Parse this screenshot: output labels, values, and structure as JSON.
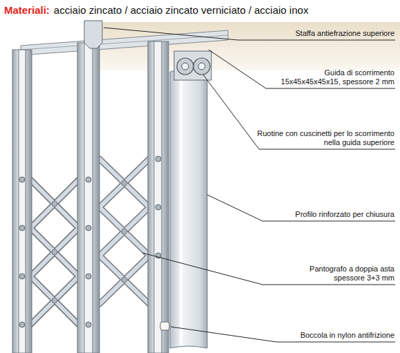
{
  "diagram": {
    "title": "Materiali:",
    "labels": [
      "acciaio zincato / acciaio zincato verniciato / acciaio inox",
      "Staffa antiefrazione superiore",
      "Guida di scorrimento 15x45x45x45x15, spessore 2 mm",
      "Ruotine con cuscinetti per lo scorrimento nella guida superiore",
      "Profilo rinforzato per chiusura",
      "Pantografo a doppia asta spessore 3+3 mm",
      "Boccola in nylon antifrizione"
    ]
  }
}
